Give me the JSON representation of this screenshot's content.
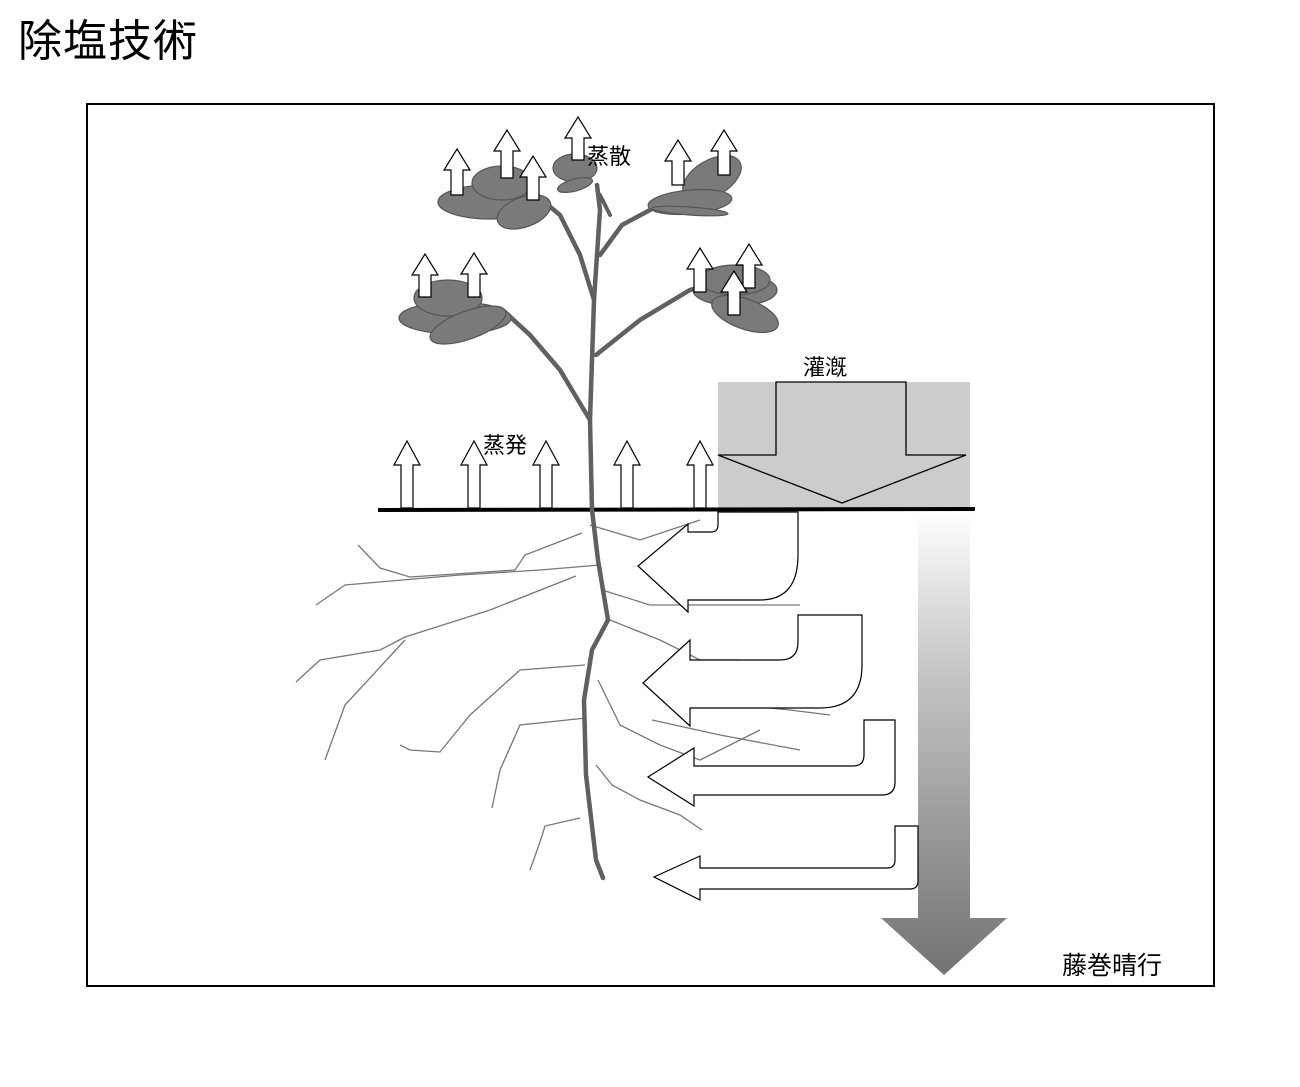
{
  "page": {
    "title": "除塩技術"
  },
  "diagram": {
    "label_transpiration": "蒸散",
    "label_evaporation": "蒸発",
    "label_irrigation": "灌漑",
    "author": "藤巻晴行"
  },
  "colors": {
    "leaf_fill": "#7a7a7a",
    "stem": "#606060",
    "irrigation_zone": "#cccccc",
    "leaching_gradient_top": "#ffffff",
    "leaching_gradient_bottom": "#737373",
    "ground_line": "#000000"
  },
  "icons": {
    "transpiration_arrows": "up-arrow-icon",
    "evaporation_arrows": "up-arrow-icon",
    "irrigation_arrow": "down-arrow-icon",
    "leaching_arrow": "down-arrow-icon",
    "lateral_flow_arrows": "left-elbow-arrow-icon"
  }
}
